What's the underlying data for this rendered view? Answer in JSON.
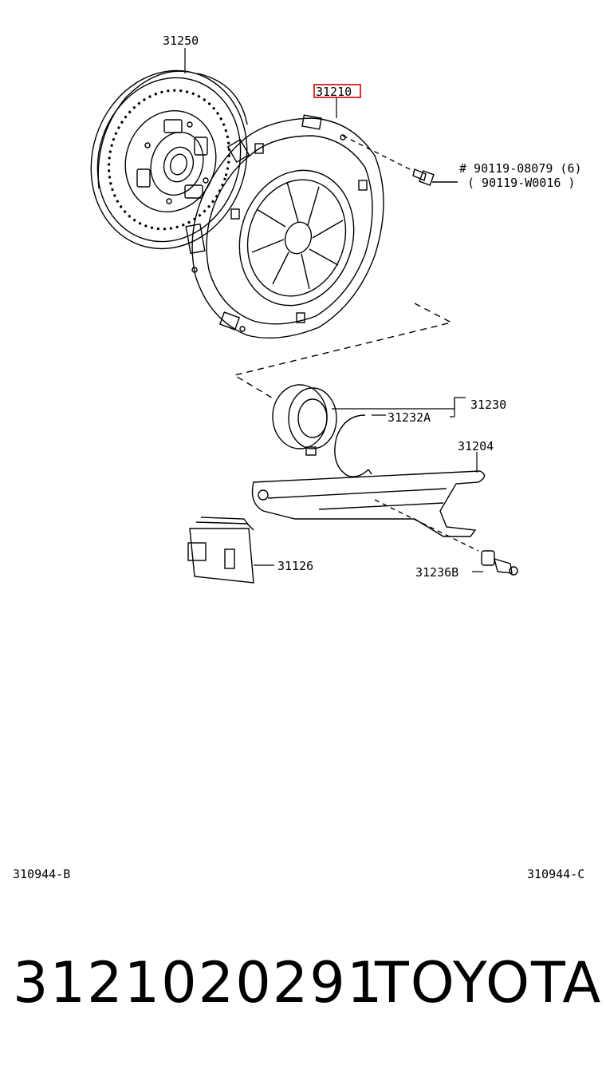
{
  "labels": {
    "p31250": "31250",
    "p31210": "31210",
    "bolt_line1": "# 90119-08079 (6)",
    "bolt_line2": "( 90119-W0016 )",
    "p31230": "31230",
    "p31232a": "31232A",
    "p31204": "31204",
    "p31126": "31126",
    "p31236b": "31236B"
  },
  "highlight_color": "#cc0000",
  "footer": {
    "left_code": "310944-B",
    "right_code": "310944-C"
  },
  "bottom": {
    "part_number": "3121020291",
    "brand": "TOYOTA"
  }
}
